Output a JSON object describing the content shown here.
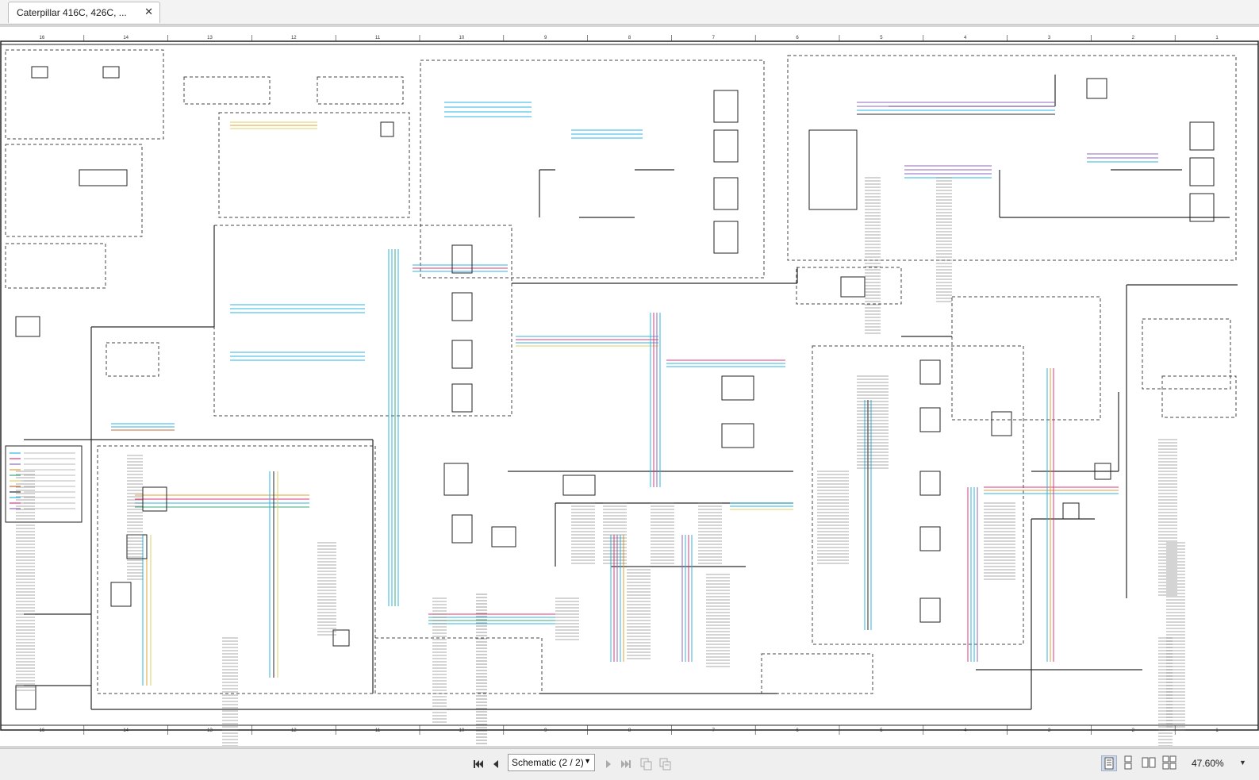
{
  "tab": {
    "title": "Caterpillar 416C, 426C, ...",
    "close_glyph": "✕"
  },
  "document": {
    "grid_numbers": [
      "16",
      "14",
      "13",
      "12",
      "11",
      "10",
      "9",
      "8",
      "7",
      "6",
      "5",
      "4",
      "3",
      "2",
      "1"
    ],
    "wire_colors": [
      "#2a2a2a",
      "#2bb6e0",
      "#e0357a",
      "#8e6ab8",
      "#e0a030",
      "#3aa87a",
      "#d8d060",
      "#c06c3c"
    ]
  },
  "statusbar": {
    "first_page_icon": "first-page-icon",
    "prev_page_icon": "previous-page-icon",
    "page_select_value": "Schematic (2 / 2)",
    "next_page_icon": "next-page-icon",
    "last_page_icon": "last-page-icon",
    "zoom_level": "47.60%"
  }
}
